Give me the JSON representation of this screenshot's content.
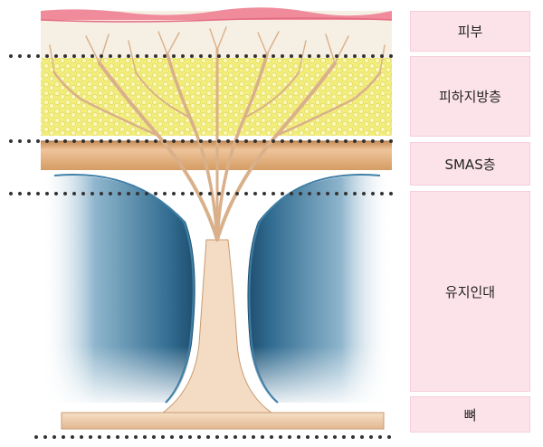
{
  "layers": [
    {
      "id": "skin",
      "label": "피부"
    },
    {
      "id": "subcutaneous-fat",
      "label": "피하지방층"
    },
    {
      "id": "smas",
      "label": "SMAS층"
    },
    {
      "id": "retaining-ligament",
      "label": "유지인대"
    },
    {
      "id": "bone",
      "label": "뼈"
    }
  ],
  "colors": {
    "label_background": "#fce3ea",
    "skin_surface": "#f08b9c",
    "dermis": "#f6efe4",
    "fat": "#f3ee7a",
    "smas": "#e2b07c",
    "ligament": "#f4dcc4",
    "deep_space": "#2f6a8f",
    "dotted_line": "#333333"
  }
}
